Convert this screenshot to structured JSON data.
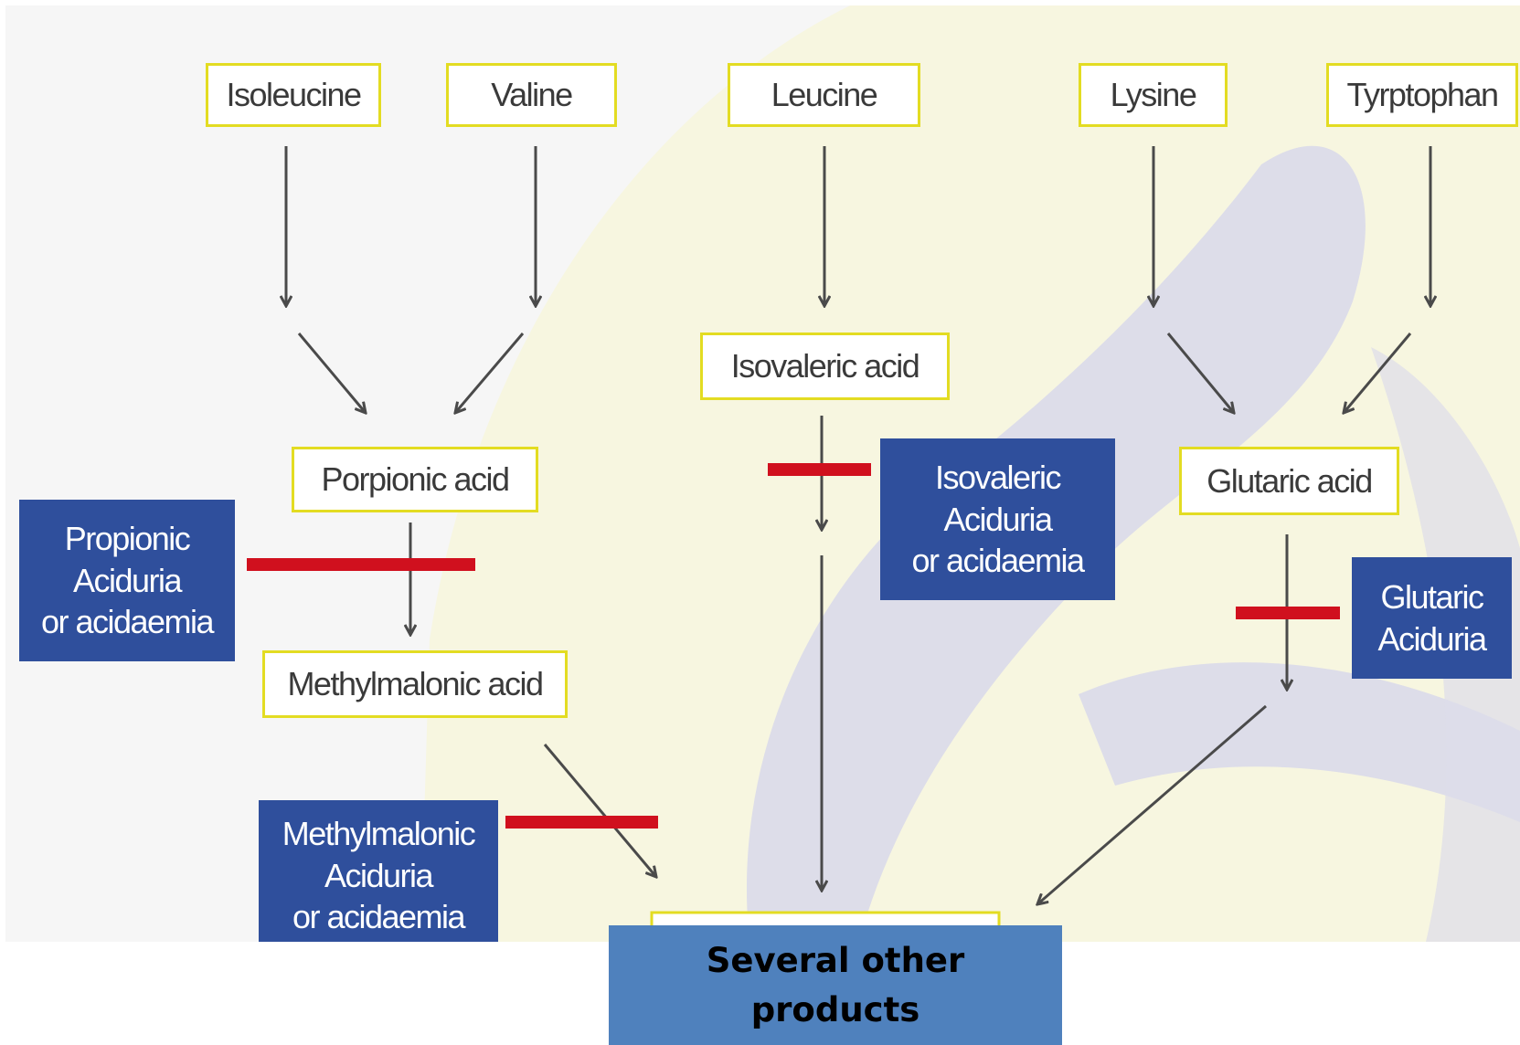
{
  "diagram": {
    "amino_acids": {
      "isoleucine": "Isoleucine",
      "valine": "Valine",
      "leucine": "Leucine",
      "lysine": "Lysine",
      "tryptophan": "Tyrptophan"
    },
    "intermediates": {
      "propionic_acid": "Porpionic acid",
      "methylmalonic_acid": "Methylmalonic acid",
      "isovaleric_acid": "Isovaleric acid",
      "glutaric_acid": "Glutaric acid"
    },
    "disorders": {
      "propionic": "Propionic\nAciduria\nor acidaemia",
      "methylmalonic": "Methylmalonic\nAciduria\nor acidaemia",
      "isovaleric": "Isovaleric\nAciduria\nor acidaemia",
      "glutaric": "Glutaric\nAciduria"
    },
    "end_product": "Several other\n products"
  },
  "colors": {
    "amino_box_border": "#e3dc22",
    "disorder_box": "#2f4f9c",
    "block_bar": "#d0101e",
    "arrow": "#4a4a4a",
    "footer_box": "#4f81bd"
  }
}
